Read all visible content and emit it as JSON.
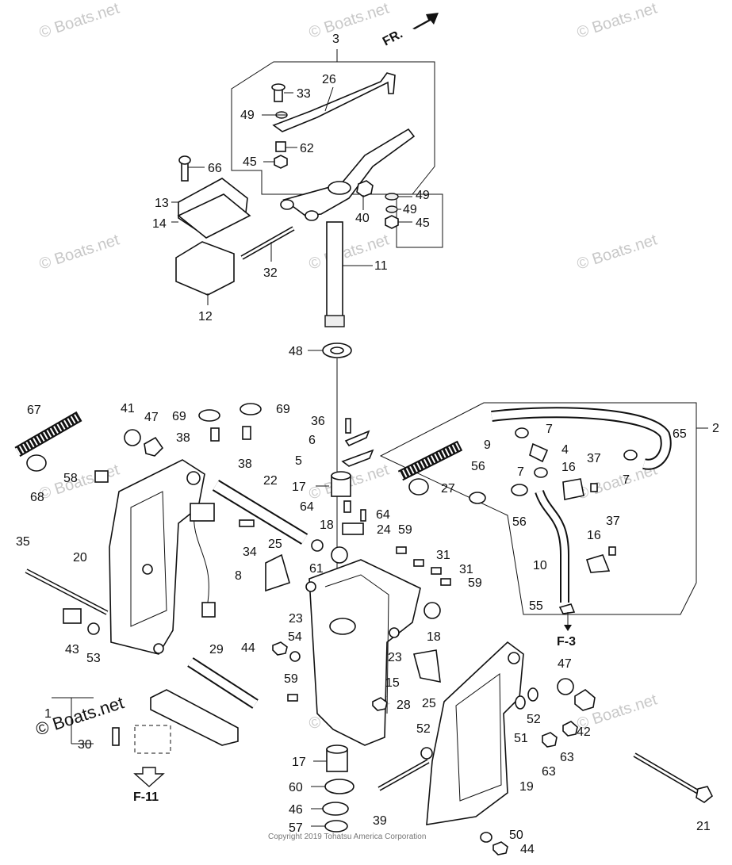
{
  "watermarks": [
    "© Boats.net",
    "© Boats.net",
    "© Boats.net",
    "© Boats.net",
    "© Boats.net",
    "© Boats.net",
    "© Boats.net",
    "© Boats.net",
    "© Boats.net",
    "© Boats.net",
    "© Boats.net",
    "© Boats.net"
  ],
  "watermark_main": "© Boats.net",
  "copyright": "Copyright 2019 Tohatsu America Corporation",
  "direction_label": "FR.",
  "ref_labels": {
    "f3": "F-3",
    "f11": "F-11"
  },
  "callouts": [
    "1",
    "2",
    "3",
    "4",
    "5",
    "6",
    "7",
    "7",
    "7",
    "8",
    "9",
    "10",
    "11",
    "12",
    "13",
    "14",
    "15",
    "16",
    "16",
    "17",
    "17",
    "18",
    "18",
    "19",
    "20",
    "21",
    "22",
    "23",
    "23",
    "24",
    "25",
    "25",
    "26",
    "27",
    "28",
    "29",
    "30",
    "31",
    "31",
    "32",
    "33",
    "34",
    "35",
    "36",
    "37",
    "37",
    "38",
    "38",
    "39",
    "40",
    "41",
    "42",
    "43",
    "44",
    "44",
    "45",
    "45",
    "46",
    "47",
    "47",
    "48",
    "49",
    "49",
    "49",
    "50",
    "51",
    "52",
    "52",
    "53",
    "54",
    "55",
    "56",
    "56",
    "57",
    "58",
    "59",
    "59",
    "59",
    "60",
    "61",
    "62",
    "63",
    "63",
    "64",
    "64",
    "65",
    "66",
    "67",
    "68",
    "69",
    "69"
  ]
}
